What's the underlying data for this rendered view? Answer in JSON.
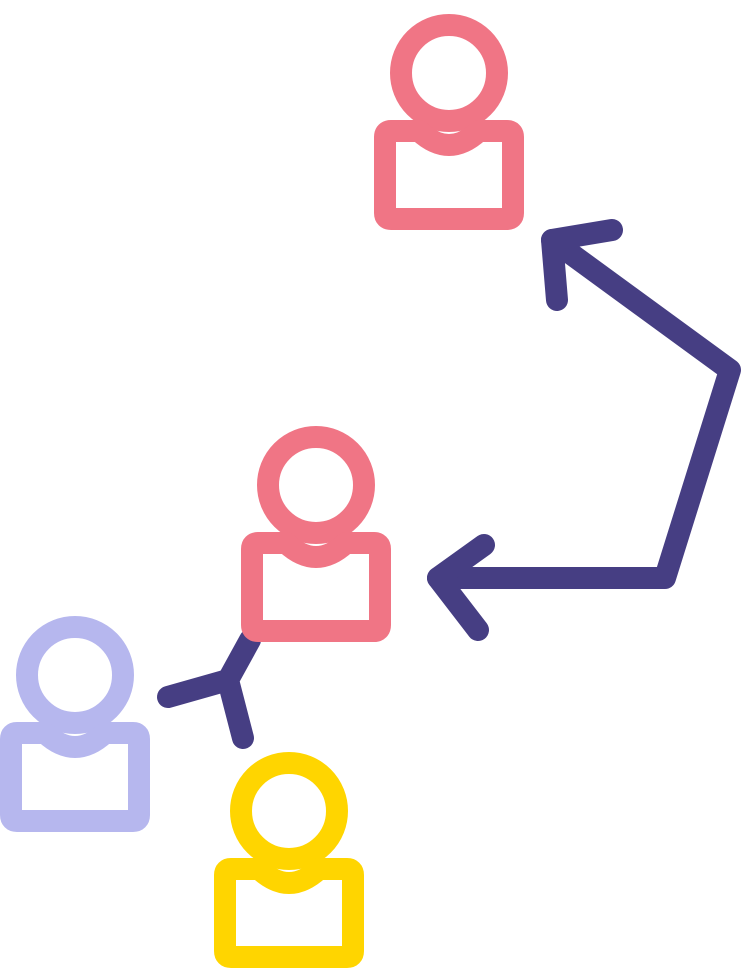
{
  "diagram": {
    "icon_style": "outline",
    "people": [
      {
        "id": "person-top",
        "role": "user-icon",
        "color": "#F07585"
      },
      {
        "id": "person-middle",
        "role": "user-icon",
        "color": "#F07585"
      },
      {
        "id": "person-left",
        "role": "user-icon",
        "color": "#B6B7EE"
      },
      {
        "id": "person-bottom",
        "role": "user-icon",
        "color": "#FFD500"
      }
    ],
    "connectors": [
      {
        "id": "bent-arrow",
        "from": "person-middle",
        "to": "person-top",
        "double_headed": true,
        "color": "#463E83"
      },
      {
        "id": "branch-link",
        "joins": [
          "person-middle",
          "person-left",
          "person-bottom"
        ],
        "color": "#463E83"
      }
    ]
  }
}
